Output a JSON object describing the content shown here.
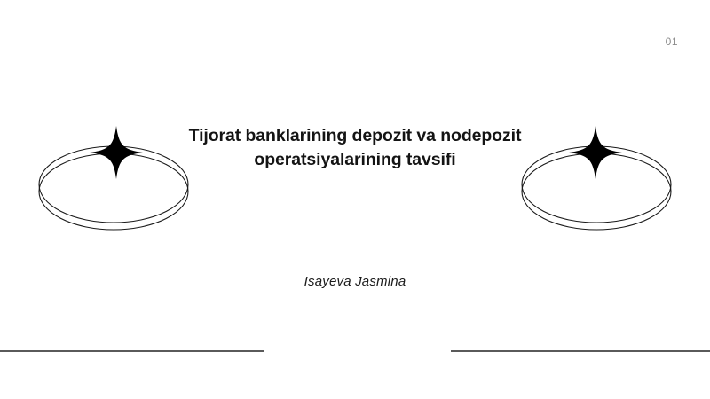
{
  "slide": {
    "page_number": "01",
    "title_line_1": "Tijorat banklarining depozit va nodepozit",
    "title_line_2": "operatsiyalarining tavsifi",
    "author": "Isayeva Jasmina",
    "background_color": "#ffffff",
    "title_color": "#141414",
    "page_number_color": "#8c8c8c",
    "line_color": "#5a5a5a",
    "ornament_stroke_color": "#1a1a1a",
    "sparkle_color": "#000000"
  },
  "decorations": {
    "left_ornament_name": "double-ellipse-sparkle-left",
    "right_ornament_name": "double-ellipse-sparkle-right",
    "connector_name": "horizontal-connector-line",
    "footer_rule_left_name": "footer-rule-left",
    "footer_rule_right_name": "footer-rule-right"
  }
}
